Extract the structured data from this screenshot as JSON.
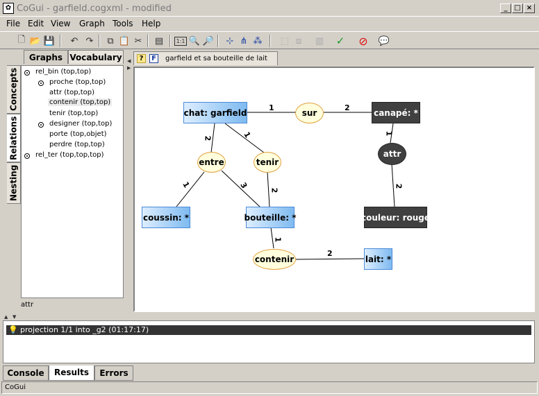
{
  "window": {
    "title": "CoGui - garfield.cogxml - modified",
    "icon": "paw-icon",
    "controls": [
      "_",
      "□",
      "×"
    ]
  },
  "menu": [
    "File",
    "Edit",
    "View",
    "Graph",
    "Tools",
    "Help"
  ],
  "left_panel": {
    "top_tabs": [
      "Graphs",
      "Vocabulary"
    ],
    "side_tabs": [
      "Concepts",
      "Relations",
      "Nesting"
    ],
    "tree": [
      {
        "label": "rel_bin (top,top)",
        "level": 0,
        "node": true
      },
      {
        "label": "proche (top,top)",
        "level": 1,
        "node": true
      },
      {
        "label": "attr (top,top)",
        "level": 1,
        "node": false
      },
      {
        "label": "contenir (top,top)",
        "level": 1,
        "node": false
      },
      {
        "label": "tenir (top,top)",
        "level": 1,
        "node": false
      },
      {
        "label": "designer (top,top)",
        "level": 1,
        "node": true
      },
      {
        "label": "porte (top,objet)",
        "level": 1,
        "node": false
      },
      {
        "label": "perdre (top,top)",
        "level": 1,
        "node": false
      },
      {
        "label": "rel_ter (top,top,top)",
        "level": 0,
        "node": true
      }
    ],
    "status": "attr"
  },
  "editor": {
    "doc_tab": "garfield et sa bouteille de lait",
    "doc_icons": [
      "?",
      "F"
    ],
    "concepts": {
      "chat": "chat: garfield",
      "canape": "canapé: *",
      "coussin": "coussin: *",
      "bouteille": "bouteille: *",
      "couleur": "couleur: rouge",
      "lait": "lait: *"
    },
    "relations": {
      "sur": "sur",
      "entre": "entre",
      "tenir": "tenir",
      "attr": "attr",
      "contenir": "contenir"
    },
    "edge_labels": {
      "chat_sur": "1",
      "sur_canape": "2",
      "chat_entre": "2",
      "chat_tenir": "1",
      "entre_coussin": "1",
      "entre_bouteille": "3",
      "tenir_bouteille": "2",
      "canape_attr": "1",
      "attr_couleur": "2",
      "bouteille_contenir": "1",
      "contenir_lait": "2"
    }
  },
  "results": {
    "line": "projection 1/1 into _g2 (01:17:17)"
  },
  "bottom_tabs": [
    "Console",
    "Results",
    "Errors"
  ],
  "status_bar": "CoGui"
}
